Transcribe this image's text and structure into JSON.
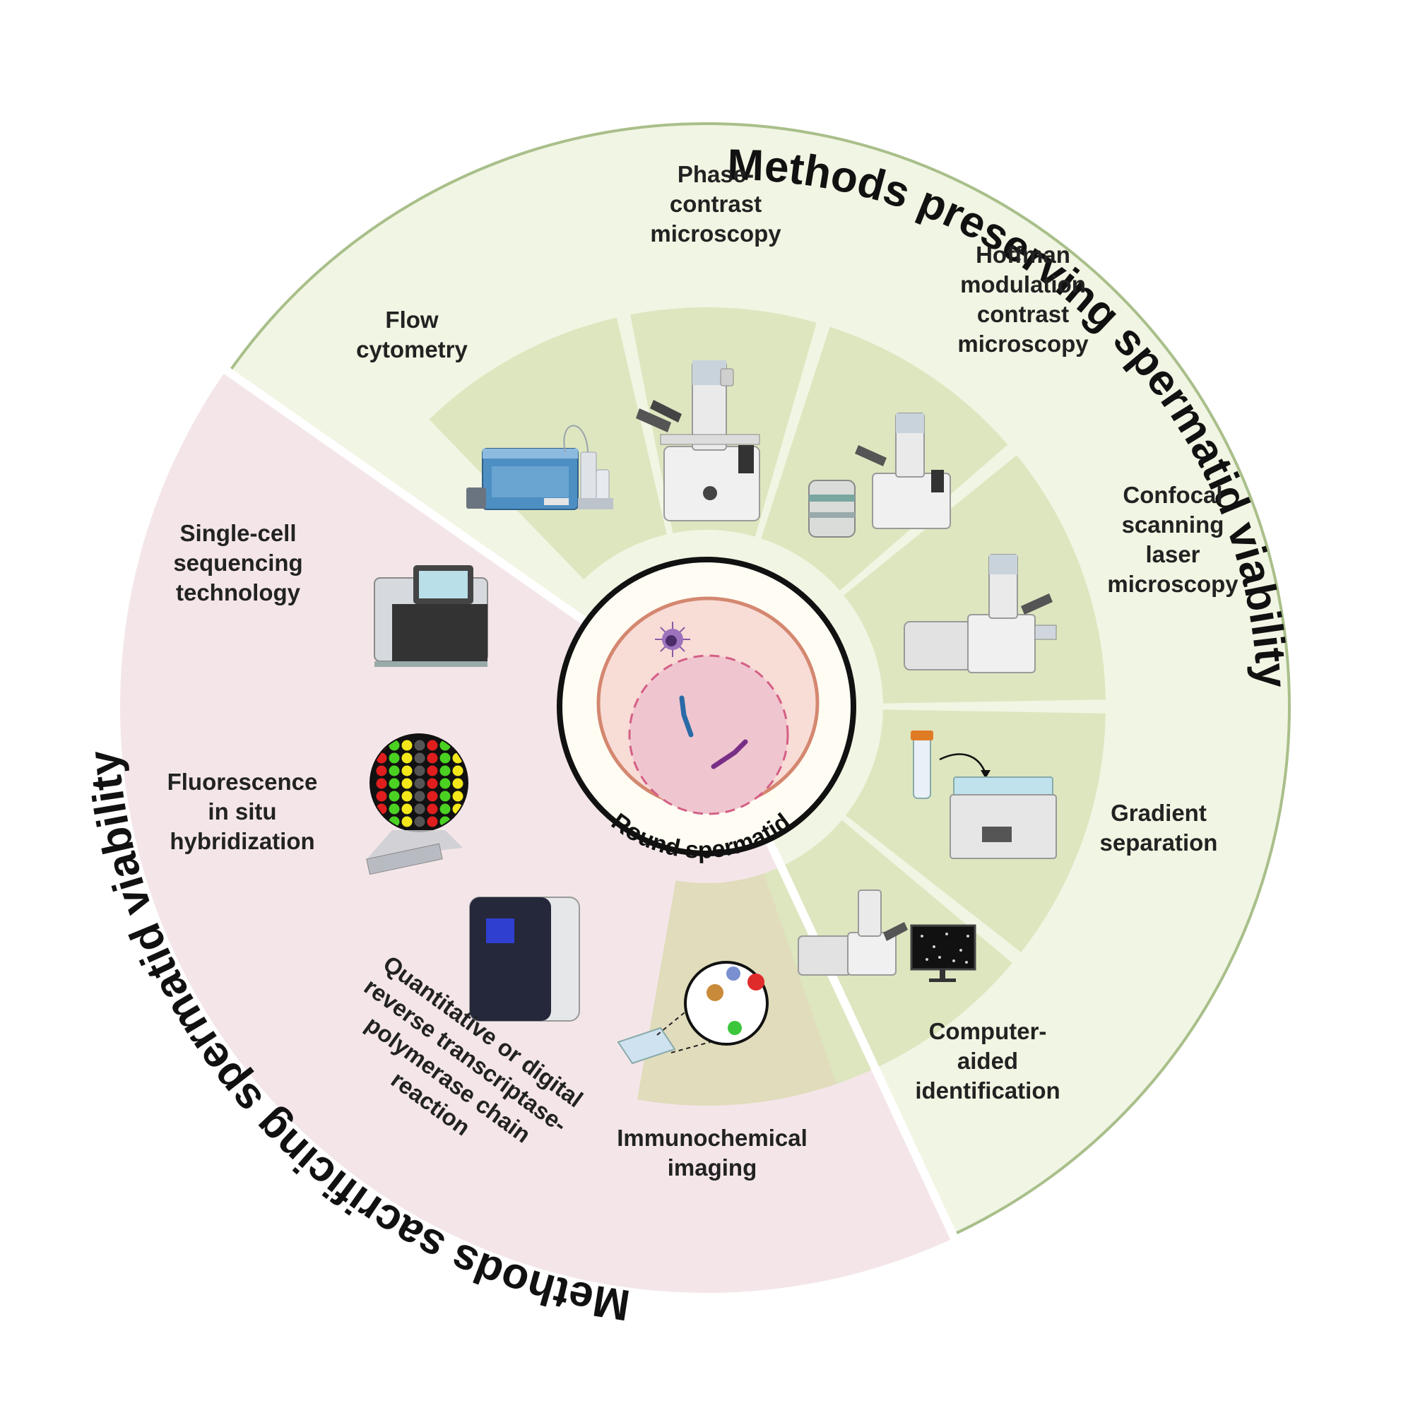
{
  "titles": {
    "preserving": "Methods preserving spermatid viability",
    "sacrificing": "Methods sacrificing spermatid viability",
    "center": "Round spermatid"
  },
  "preserving_methods": {
    "flow": [
      "Flow",
      "cytometry"
    ],
    "phase": [
      "Phase-",
      "contrast",
      "microscopy"
    ],
    "hoffman": [
      "Hoffman",
      "modulation",
      "contrast",
      "microscopy"
    ],
    "confocal": [
      "Confocal",
      "scanning",
      "laser",
      "microscopy"
    ],
    "gradient": [
      "Gradient",
      "separation"
    ],
    "computer": [
      "Computer-",
      "aided",
      "identification"
    ]
  },
  "sacrificing_methods": {
    "singlecell": [
      "Single-cell",
      "sequencing",
      "technology"
    ],
    "fish": [
      "Fluorescence",
      "in situ",
      "hybridization"
    ],
    "pcr": [
      "Quantitative or digital",
      "reverse transcriptase-",
      "polymerase chain",
      "reaction"
    ],
    "immuno": [
      "Immunochemical",
      "imaging"
    ]
  },
  "colors": {
    "preserving_outer": "#f1f5e3",
    "preserving_inner": "#dde6bf",
    "preserving_border": "#a9bf8a",
    "sacrificing_outer": "#f4e6e8",
    "sacrificing_inner": "#e0dcbc",
    "center_bg": "#fffdf3",
    "cell_fill": "#f8dcd6",
    "cell_stroke": "#d48770",
    "nucleus_fill": "#efc6cf",
    "nucleus_stroke": "#d45f86"
  }
}
